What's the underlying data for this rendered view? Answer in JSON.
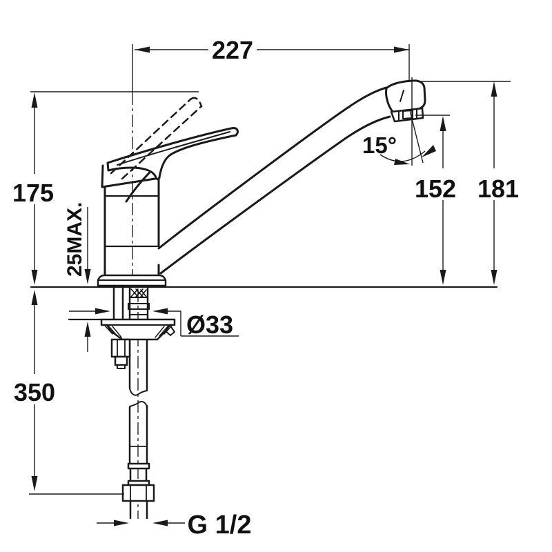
{
  "drawing": {
    "background": "#ffffff",
    "line_color": "#1a1a1a",
    "labels": {
      "spout_reach": "227",
      "handle_height": "175",
      "counter_thickness_max": "25MAX.",
      "spout_angle": "15°",
      "aerator_height": "152",
      "total_height": "181",
      "hole_diameter": "Ø33",
      "supply_hose_length": "350",
      "connection_thread": "G 1/2"
    }
  }
}
